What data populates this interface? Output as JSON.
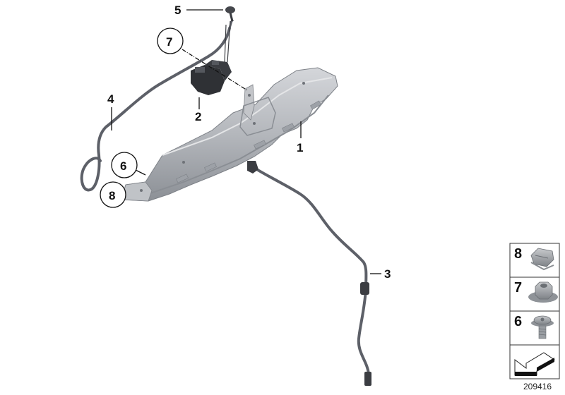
{
  "diagram": {
    "type": "exploded-parts-diagram",
    "id": "209416",
    "callouts": [
      {
        "number": "1",
        "label": "1",
        "part": "heat-shield",
        "circled": false
      },
      {
        "number": "2",
        "label": "2",
        "part": "pressure-converter-valve",
        "circled": false
      },
      {
        "number": "3",
        "label": "3",
        "part": "vacuum-pipe-long",
        "circled": false
      },
      {
        "number": "4",
        "label": "4",
        "part": "vacuum-hose-loop",
        "circled": false
      },
      {
        "number": "5",
        "label": "5",
        "part": "connector-cap",
        "circled": false
      },
      {
        "number": "6",
        "label": "6",
        "part": "screw",
        "circled": true
      },
      {
        "number": "7",
        "label": "7",
        "part": "hex-nut",
        "circled": true
      },
      {
        "number": "8",
        "label": "8",
        "part": "clip-nut",
        "circled": true
      }
    ],
    "legend": [
      {
        "number": "8",
        "part": "clip-nut"
      },
      {
        "number": "7",
        "part": "hex-collar-nut"
      },
      {
        "number": "6",
        "part": "torx-screw"
      },
      {
        "number": "",
        "part": "direction-arrow"
      }
    ],
    "colors": {
      "background": "#ffffff",
      "shield_fill": "#b9bcc1",
      "shield_shadow": "#8f9399",
      "hose": "#5d6068",
      "valve": "#2d2f33",
      "leader": "#111111"
    }
  }
}
